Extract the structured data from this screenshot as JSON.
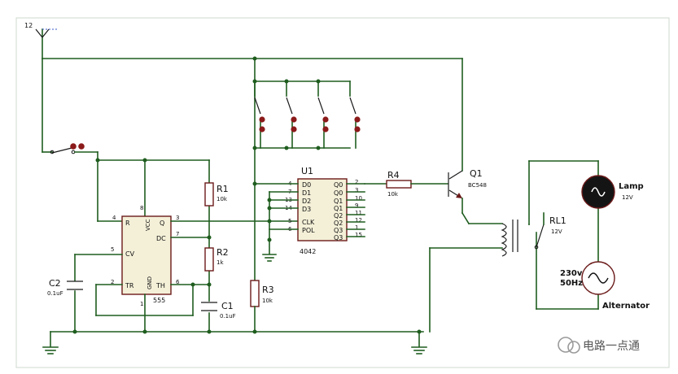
{
  "supply": {
    "label": "12"
  },
  "ic555": {
    "name": "555",
    "pins": {
      "r": "R",
      "vcc": "VCC",
      "q": "Q",
      "dc": "DC",
      "cv": "CV",
      "tr": "TR",
      "gnd": "GND",
      "th": "TH"
    },
    "pin_numbers": {
      "r": "4",
      "vcc": "8",
      "q": "3",
      "dc": "7",
      "cv": "5",
      "tr": "2",
      "gnd": "1",
      "th": "6"
    }
  },
  "u1": {
    "ref": "U1",
    "name": "4042",
    "left_pins": [
      {
        "num": "4",
        "label": "D0"
      },
      {
        "num": "7",
        "label": "D1"
      },
      {
        "num": "13",
        "label": "D2"
      },
      {
        "num": "14",
        "label": "D3"
      },
      {
        "num": "5",
        "label": "CLK"
      },
      {
        "num": "6",
        "label": "POL"
      }
    ],
    "right_pins": [
      {
        "num": "2",
        "label": "Q0"
      },
      {
        "num": "3",
        "label": "Q0"
      },
      {
        "num": "10",
        "label": "Q1"
      },
      {
        "num": "9",
        "label": "Q1"
      },
      {
        "num": "11",
        "label": "Q2"
      },
      {
        "num": "12",
        "label": "Q2"
      },
      {
        "num": "1",
        "label": "Q3"
      },
      {
        "num": "15",
        "label": "Q3"
      }
    ]
  },
  "r1": {
    "ref": "R1",
    "value": "10k"
  },
  "r2": {
    "ref": "R2",
    "value": "1k"
  },
  "r3": {
    "ref": "R3",
    "value": "10k"
  },
  "r4": {
    "ref": "R4",
    "value": "10k"
  },
  "c1": {
    "ref": "C1",
    "value": "0.1uF"
  },
  "c2": {
    "ref": "C2",
    "value": "0.1uF"
  },
  "q1": {
    "ref": "Q1",
    "value": "BC548"
  },
  "rl1": {
    "ref": "RL1",
    "value": "12V"
  },
  "lamp": {
    "name": "Lamp",
    "value": "12V"
  },
  "alternator": {
    "line1": "230v",
    "line2": "50Hz",
    "name": "Alternator"
  },
  "watermark": {
    "text": "电路一点通"
  }
}
